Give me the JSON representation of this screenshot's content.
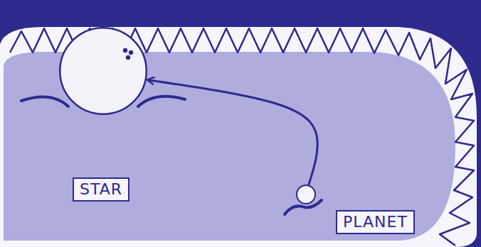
{
  "diagram": {
    "nodes": [
      {
        "text": [
          "STAR"
        ]
      },
      {
        "text": [
          "PLANET"
        ]
      }
    ],
    "edges": [
      {
        "from": 1,
        "to": 0,
        "arrow": "to"
      }
    ]
  }
}
